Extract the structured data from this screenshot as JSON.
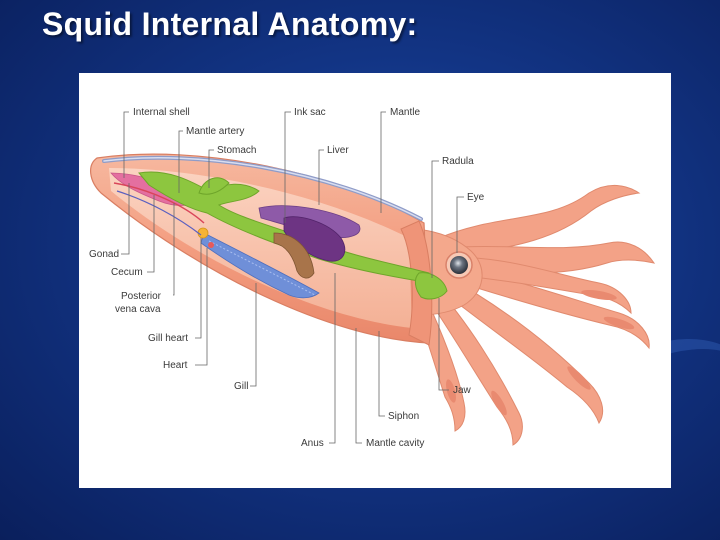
{
  "slide": {
    "title": "Squid Internal Anatomy:"
  },
  "labels": {
    "internal_shell": "Internal shell",
    "mantle_artery": "Mantle artery",
    "stomach": "Stomach",
    "ink_sac": "Ink sac",
    "liver": "Liver",
    "mantle": "Mantle",
    "radula": "Radula",
    "eye": "Eye",
    "gonad": "Gonad",
    "cecum": "Cecum",
    "posterior_1": "Posterior",
    "posterior_2": "vena cava",
    "gill_heart": "Gill heart",
    "heart": "Heart",
    "gill": "Gill",
    "anus": "Anus",
    "mantle_cavity": "Mantle cavity",
    "siphon": "Siphon",
    "jaw": "Jaw"
  },
  "colors": {
    "background": "#123484",
    "body": "#f2a58a",
    "mantle_inner": "#f7c2ab",
    "digestive": "#8dc63f",
    "ink_sac": "#7b3f8f",
    "gill": "#6f8fd8",
    "leader_line": "#666666"
  }
}
